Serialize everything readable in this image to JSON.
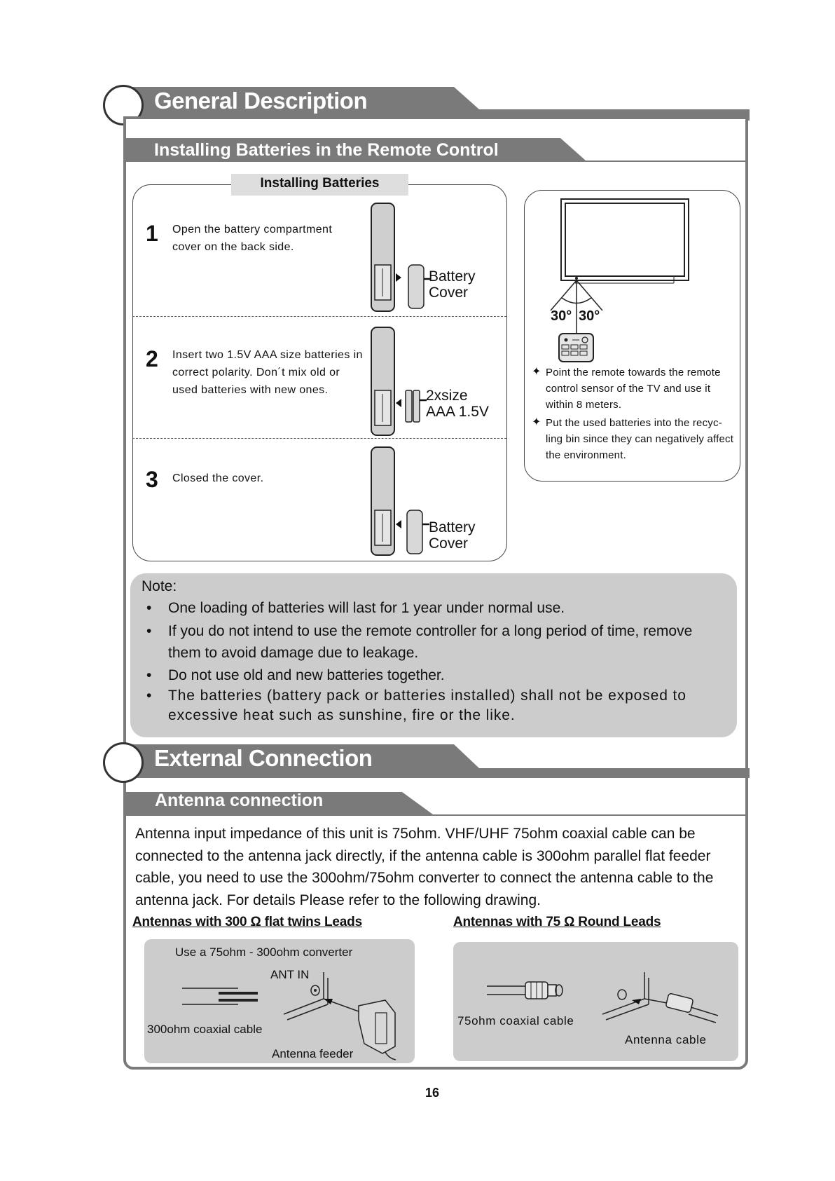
{
  "general_description": {
    "title": "General Description",
    "subtitle": "Installing Batteries in the Remote Control",
    "panel_label": "Installing Batteries",
    "steps": [
      {
        "num": "1",
        "text": "Open the battery compartment cover on the back side.",
        "callout": "Battery Cover"
      },
      {
        "num": "2",
        "text": "Insert two 1.5V AAA  size batteries in correct polarity. Don´t mix old or used batteries with new ones.",
        "callout": "2xsize AAA 1.5V"
      },
      {
        "num": "3",
        "text": "Closed the cover.",
        "callout": "Battery Cover"
      }
    ],
    "angle_left": "30°",
    "angle_right": "30°",
    "tips": [
      "Point the remote towards the remote control sensor of the TV and use it within 8 meters.",
      "Put the used batteries into the recyc-ling bin since they can negatively affect the environment."
    ],
    "note": {
      "title": "Note:",
      "items": [
        "One loading of batteries will last for 1 year under normal use.",
        "If you do not intend to use the remote controller for a long period of time, remove them to avoid damage due to leakage.",
        "Do not use old and new batteries together.",
        "The batteries (battery pack or batteries installed) shall not be exposed to excessive heat such as sunshine, fire or the like."
      ]
    }
  },
  "external_connection": {
    "title": "External Connection",
    "subtitle": "Antenna connection",
    "paragraph": "Antenna input impedance of this unit is 75ohm. VHF/UHF 75ohm coaxial cable can be connected to the antenna jack directly, if the antenna cable is 300ohm parallel flat feeder cable, you need to use the 300ohm/75ohm converter to connect the antenna cable to the antenna jack. For details Please refer to the following drawing.",
    "left_label": "Antennas with 300 Ω flat twins Leads",
    "right_label": "Antennas with 75 Ω Round Leads",
    "left_diagram": {
      "converter": "Use a 75ohm - 300ohm converter",
      "ant_in": "ANT IN",
      "cable": "300ohm coaxial cable",
      "feeder": "Antenna feeder"
    },
    "right_diagram": {
      "cable": "75ohm coaxial cable",
      "antenna": "Antenna cable"
    }
  },
  "page_number": "16"
}
